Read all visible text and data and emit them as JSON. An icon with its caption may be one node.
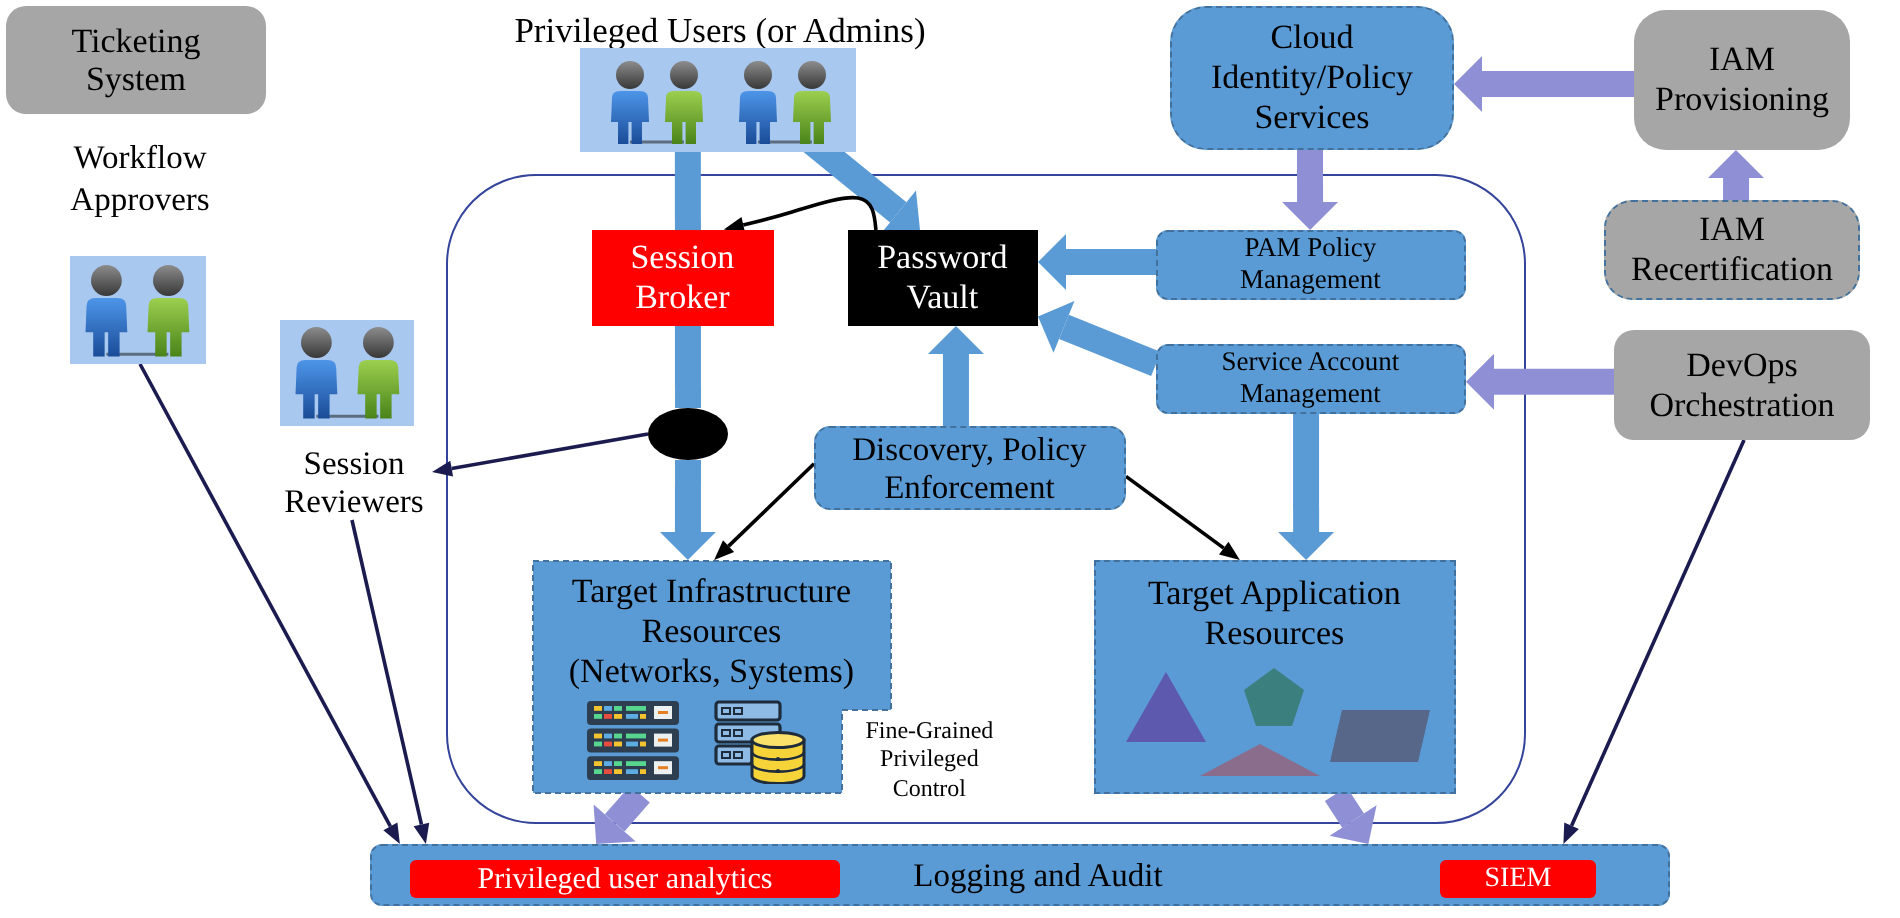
{
  "diagram": {
    "nodes": [
      {
        "text": [
          "Ticketing System"
        ]
      },
      {
        "text": [
          "Privileged Users (or Admins)"
        ]
      },
      {
        "text": [
          "Cloud Identity/Policy Services"
        ]
      },
      {
        "text": [
          "IAM Provisioning"
        ]
      },
      {
        "text": [
          "Workflow Approvers"
        ]
      },
      {
        "text": [],
        "shape": "box"
      },
      {
        "text": [
          "Session Broker"
        ],
        "in": 5
      },
      {
        "text": [
          "Password Vault"
        ],
        "in": 5
      },
      {
        "text": [
          "PAM Policy Management"
        ],
        "in": 5
      },
      {
        "text": [
          "IAM Recertification"
        ]
      },
      {
        "text": [
          "Session Reviewers"
        ]
      },
      {
        "text": [],
        "shape": "ellipse",
        "in": 5
      },
      {
        "text": [
          "Service Account Management"
        ],
        "in": 5
      },
      {
        "text": [
          "DevOps Orchestration"
        ]
      },
      {
        "text": [
          "Discovery, Policy Enforcement"
        ],
        "in": 5
      },
      {
        "text": [
          "Target Infrastructure Resources (Networks, Systems)"
        ],
        "in": 5,
        "beside": [
          "Fine-Grained Privileged Control"
        ]
      },
      {
        "text": [
          "Target Application Resources"
        ],
        "in": 5
      },
      {
        "text": [
          "Logging and Audit"
        ]
      },
      {
        "text": [
          "Privileged user analytics"
        ],
        "in": 17
      },
      {
        "text": [
          "SIEM"
        ],
        "in": 17
      }
    ],
    "edges": [
      {
        "from": 1,
        "to": 6,
        "arrow": "none"
      },
      {
        "from": 6,
        "to": 11,
        "arrow": "none"
      },
      {
        "from": 11,
        "to": 15,
        "arrow": "to"
      },
      {
        "from": 1,
        "to": 7,
        "arrow": "to"
      },
      {
        "from": 7,
        "to": 6,
        "arrow": "to",
        "color": "#000000"
      },
      {
        "from": 8,
        "to": 7,
        "arrow": "to"
      },
      {
        "from": 12,
        "to": 7,
        "arrow": "to"
      },
      {
        "from": 14,
        "to": 7,
        "arrow": "to"
      },
      {
        "from": 14,
        "to": 15,
        "arrow": "to",
        "color": "#000000"
      },
      {
        "from": 14,
        "to": 16,
        "arrow": "to",
        "color": "#000000"
      },
      {
        "from": 2,
        "to": 8,
        "arrow": "to",
        "color": "#8e8fd4"
      },
      {
        "from": 3,
        "to": 2,
        "arrow": "to",
        "color": "#8e8fd4"
      },
      {
        "from": 9,
        "to": 3,
        "arrow": "to",
        "color": "#8e8fd4"
      },
      {
        "from": 13,
        "to": 12,
        "arrow": "to",
        "color": "#8e8fd4"
      },
      {
        "from": 12,
        "to": 16,
        "arrow": "to"
      },
      {
        "from": 11,
        "to": 10,
        "arrow": "to",
        "color": "#1b1b50"
      },
      {
        "from": 4,
        "to": 17,
        "arrow": "to",
        "color": "#1b1b50"
      },
      {
        "from": 10,
        "to": 17,
        "arrow": "to",
        "color": "#1b1b50"
      },
      {
        "from": 13,
        "to": 17,
        "arrow": "to",
        "color": "#1b1b50"
      },
      {
        "from": 15,
        "to": 17,
        "arrow": "to",
        "color": "#8e8fd4"
      },
      {
        "from": 16,
        "to": 17,
        "arrow": "to",
        "color": "#8e8fd4"
      }
    ]
  }
}
